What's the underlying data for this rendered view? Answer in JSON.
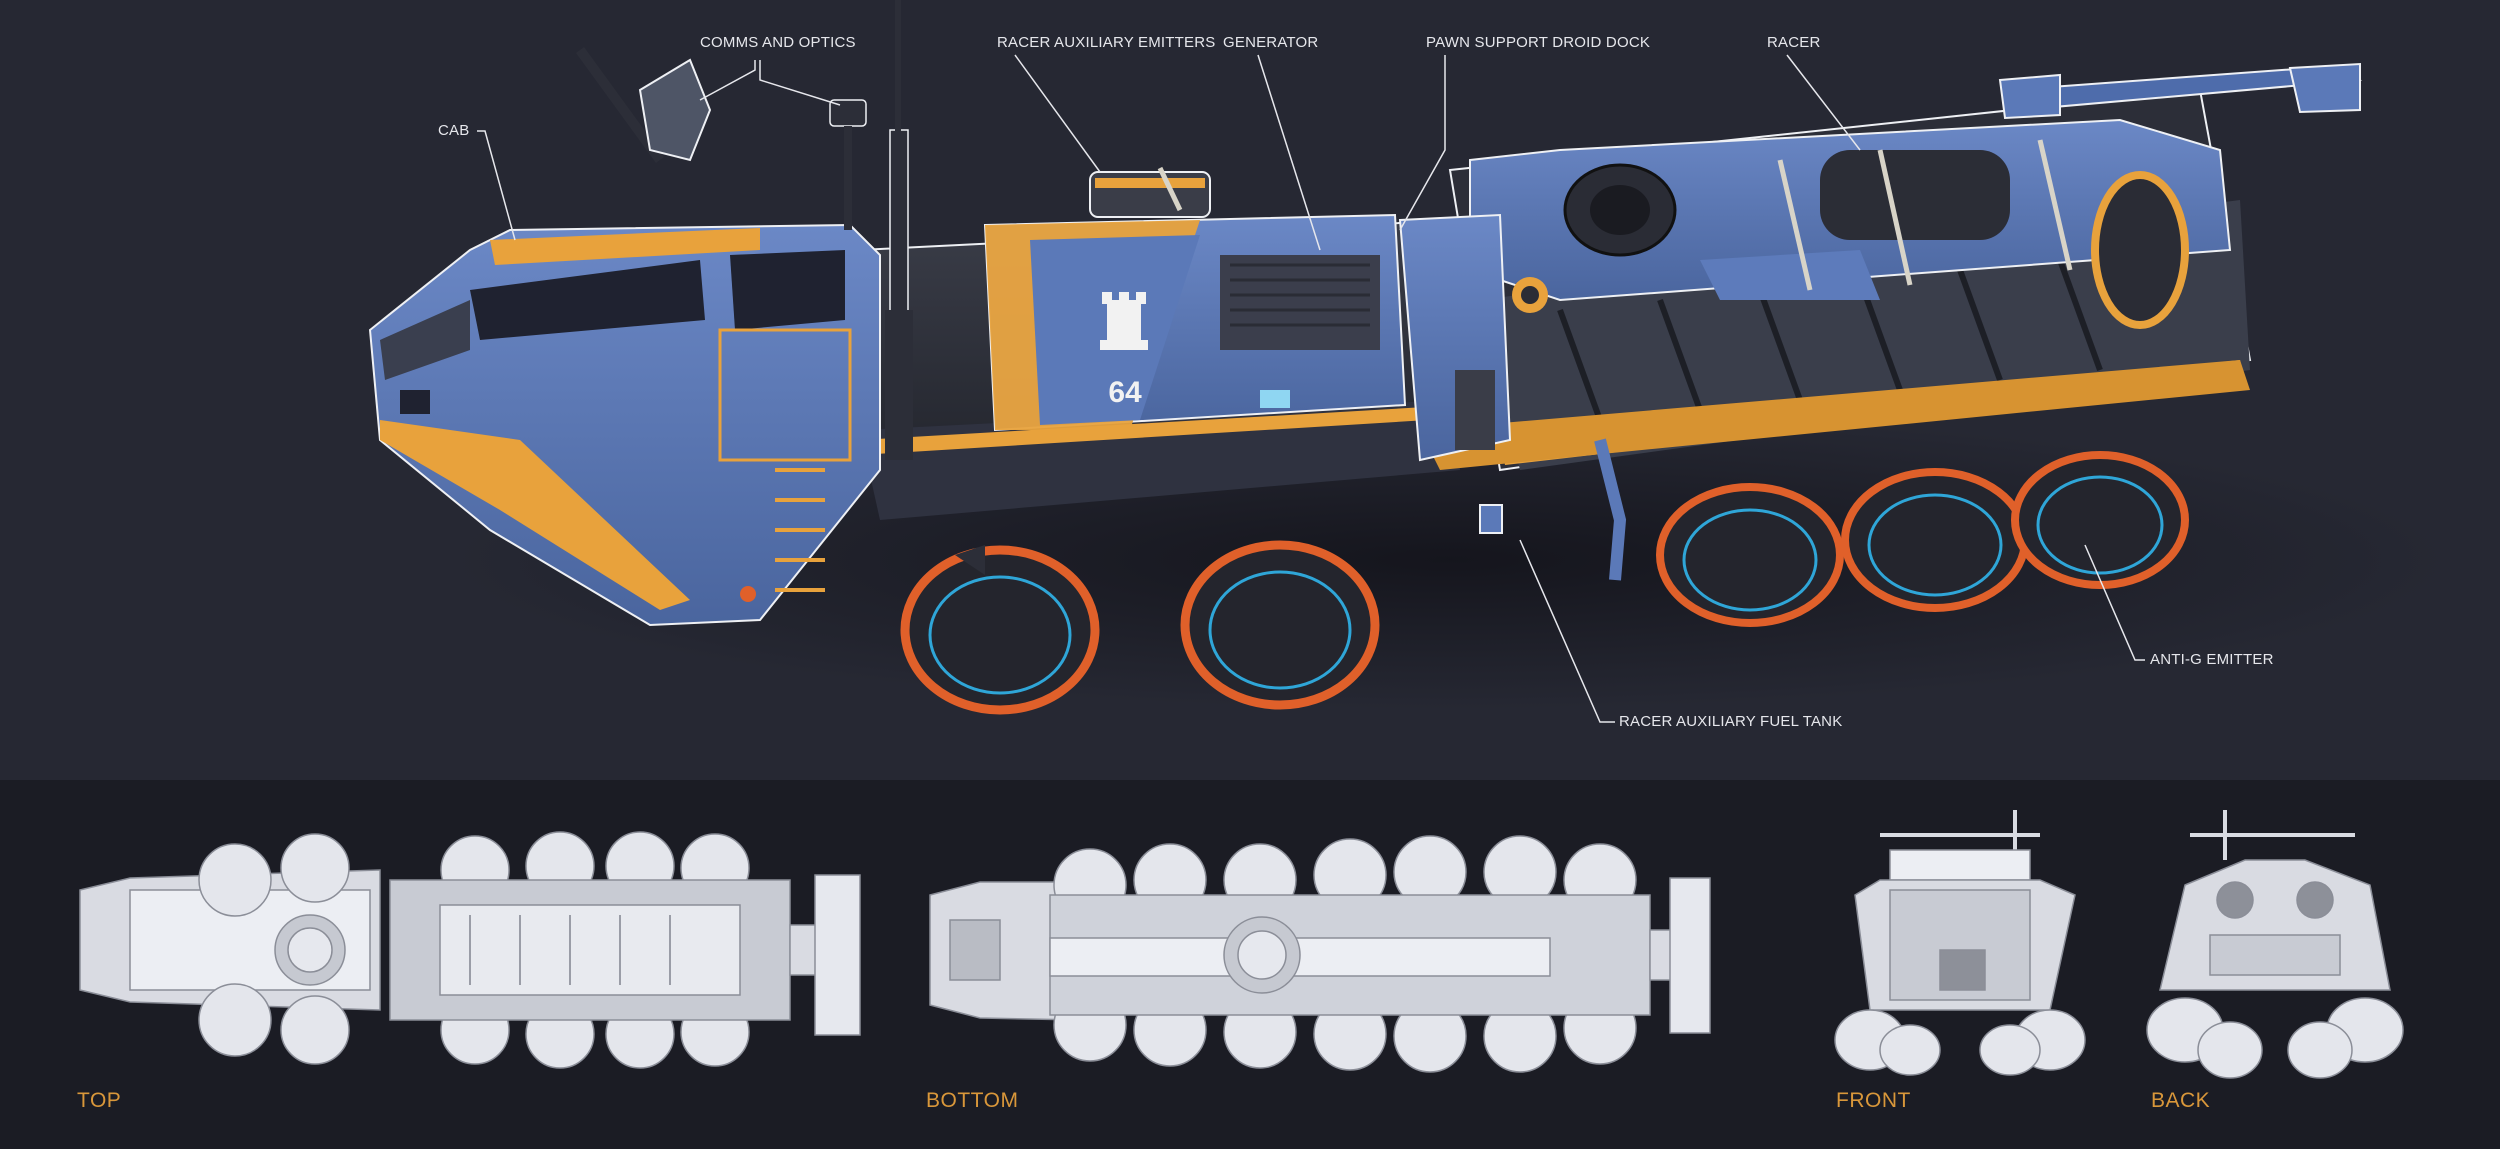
{
  "colors": {
    "hero_background": "#262833",
    "views_background": "#1b1c24",
    "hull_blue": "#5b79b8",
    "accent_orange": "#e8a23c",
    "glow_orange": "#e0602a",
    "glow_cyan": "#2fa6d8",
    "label_text": "#e6e7ec",
    "view_label_text": "#d9973a"
  },
  "vehicle": {
    "hull_number": "64",
    "emblem": "chess-rook-icon"
  },
  "callouts": [
    {
      "id": "cab",
      "label": "CAB"
    },
    {
      "id": "comms",
      "label": "COMMS AND OPTICS"
    },
    {
      "id": "emitters",
      "label": "RACER AUXILIARY EMITTERS"
    },
    {
      "id": "generator",
      "label": "GENERATOR"
    },
    {
      "id": "dock",
      "label": "PAWN SUPPORT DROID DOCK"
    },
    {
      "id": "racer",
      "label": "RACER"
    },
    {
      "id": "antig",
      "label": "ANTI-G EMITTER"
    },
    {
      "id": "fuel",
      "label": "RACER AUXILIARY FUEL TANK"
    }
  ],
  "views": [
    {
      "id": "top",
      "label": "TOP"
    },
    {
      "id": "bottom",
      "label": "BOTTOM"
    },
    {
      "id": "front",
      "label": "FRONT"
    },
    {
      "id": "back",
      "label": "BACK"
    }
  ]
}
